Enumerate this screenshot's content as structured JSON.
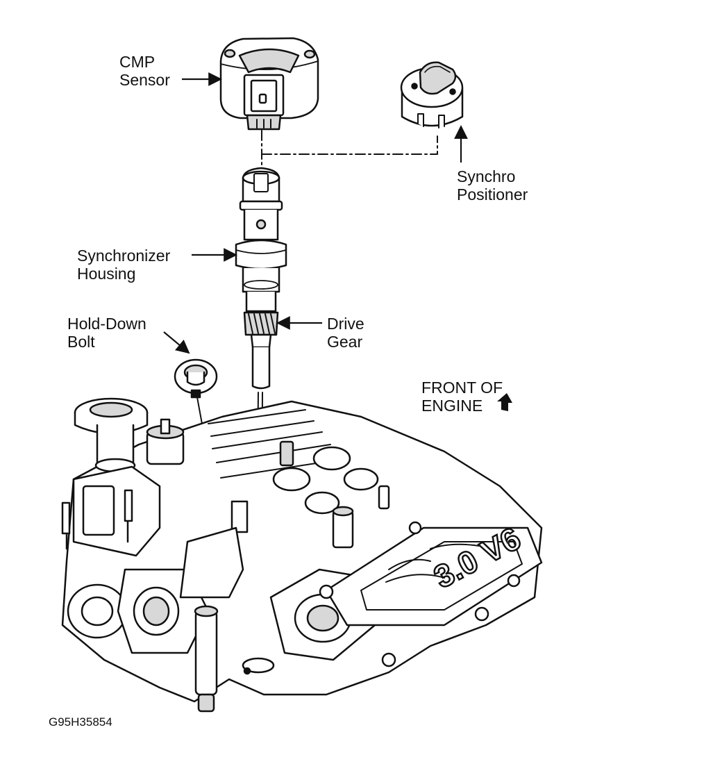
{
  "labels": {
    "cmp_sensor": [
      "CMP",
      "Sensor"
    ],
    "synchro_positioner": [
      "Synchro",
      "Positioner"
    ],
    "synchronizer_housing": [
      "Synchronizer",
      "Housing"
    ],
    "hold_down_bolt": [
      "Hold-Down",
      "Bolt"
    ],
    "drive_gear": [
      "Drive",
      "Gear"
    ],
    "front_of_engine": [
      "FRONT OF",
      "ENGINE"
    ],
    "engine_badge": "3.0 V6"
  },
  "figure_code": "G95H35854",
  "colors": {
    "ink": "#111111",
    "background": "#ffffff",
    "shade": "#d8d8d8"
  }
}
